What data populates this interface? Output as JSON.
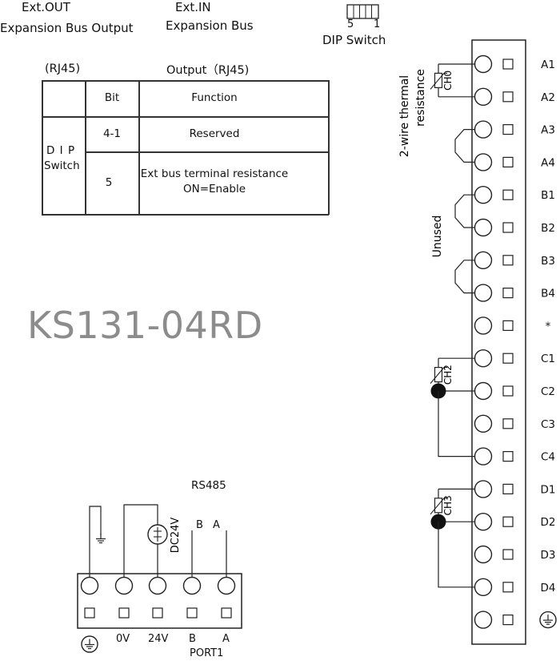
{
  "header": {
    "ext_out_title": "Ext.OUT",
    "ext_out_subtitle": "Expansion Bus Output",
    "ext_in_title": "Ext.IN",
    "ext_in_subtitle": "Expansion Bus",
    "dip_num_left": "5",
    "dip_num_right": "1",
    "dip_label": "DIP Switch"
  },
  "table": {
    "caption_left": "(RJ45)",
    "caption_right": "Output（RJ45)",
    "headers": [
      "Bit",
      "Function"
    ],
    "group_label": [
      "D I P",
      "Switch"
    ],
    "rows": [
      {
        "bit": "4-1",
        "function": [
          "Reserved"
        ]
      },
      {
        "bit": "5",
        "function": [
          "Ext bus terminal resistance",
          "ON=Enable"
        ]
      }
    ]
  },
  "model": "KS131-04RD",
  "terminals": {
    "labels": [
      "A1",
      "A2",
      "A3",
      "A4",
      "B1",
      "B2",
      "B3",
      "B4",
      "*",
      "C1",
      "C2",
      "C3",
      "C4",
      "D1",
      "D2",
      "D3",
      "D4"
    ],
    "ground_icon": "earth-ground-icon"
  },
  "channels": [
    "CH0",
    "CH2",
    "CH3"
  ],
  "annotations": {
    "two_wire": [
      "2-wire thermal",
      "resistance"
    ],
    "unused": "Unused"
  },
  "port1": {
    "rs485": "RS485",
    "dc24v": "DC24V",
    "wire_b": "B",
    "wire_a": "A",
    "labels": [
      "0V",
      "24V",
      "B",
      "A"
    ],
    "name": "PORT1"
  }
}
